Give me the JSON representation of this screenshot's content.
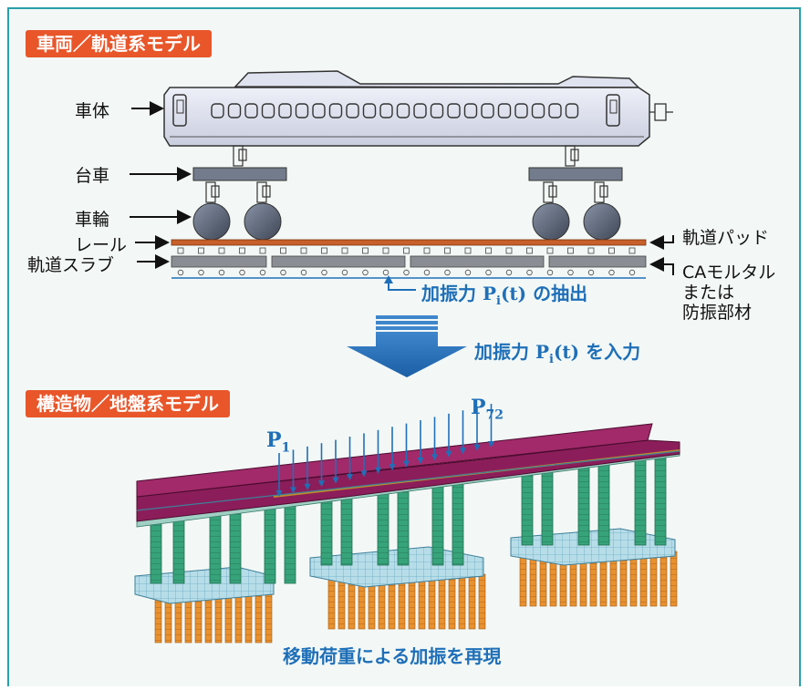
{
  "section1": {
    "title": "車両／軌道系モデル"
  },
  "section2": {
    "title": "構造物／地盤系モデル"
  },
  "labels": {
    "car_body": "車体",
    "bogie": "台車",
    "wheel": "車輪",
    "rail": "レール",
    "slab": "軌道スラブ",
    "track_pad": "軌道パッド",
    "ca_mortar_line1": "CAモルタル",
    "ca_mortar_line2": "または",
    "ca_mortar_line3": "防振部材"
  },
  "force_extract": {
    "prefix": "加振力",
    "p": "P",
    "sub": "i",
    "arg": "(t)",
    "suffix": "の抽出"
  },
  "force_input": {
    "prefix": "加振力",
    "p": "P",
    "sub": "i",
    "arg": "(t)",
    "suffix": "を入力"
  },
  "load_labels": {
    "first_p": "P",
    "first_sub": "1",
    "last_p": "P",
    "last_sub": "72"
  },
  "caption": "移動荷重による加振を再現",
  "colors": {
    "accent_orange": "#e8562a",
    "blue": "#1f6fb8",
    "frame": "#29a0a8",
    "rail": "#c8602a",
    "slab": "#8a8d93",
    "deck": "#8b1e5a",
    "pier": "#2e9c72",
    "footing": "#a9d6e5",
    "pile": "#e08a2a"
  }
}
